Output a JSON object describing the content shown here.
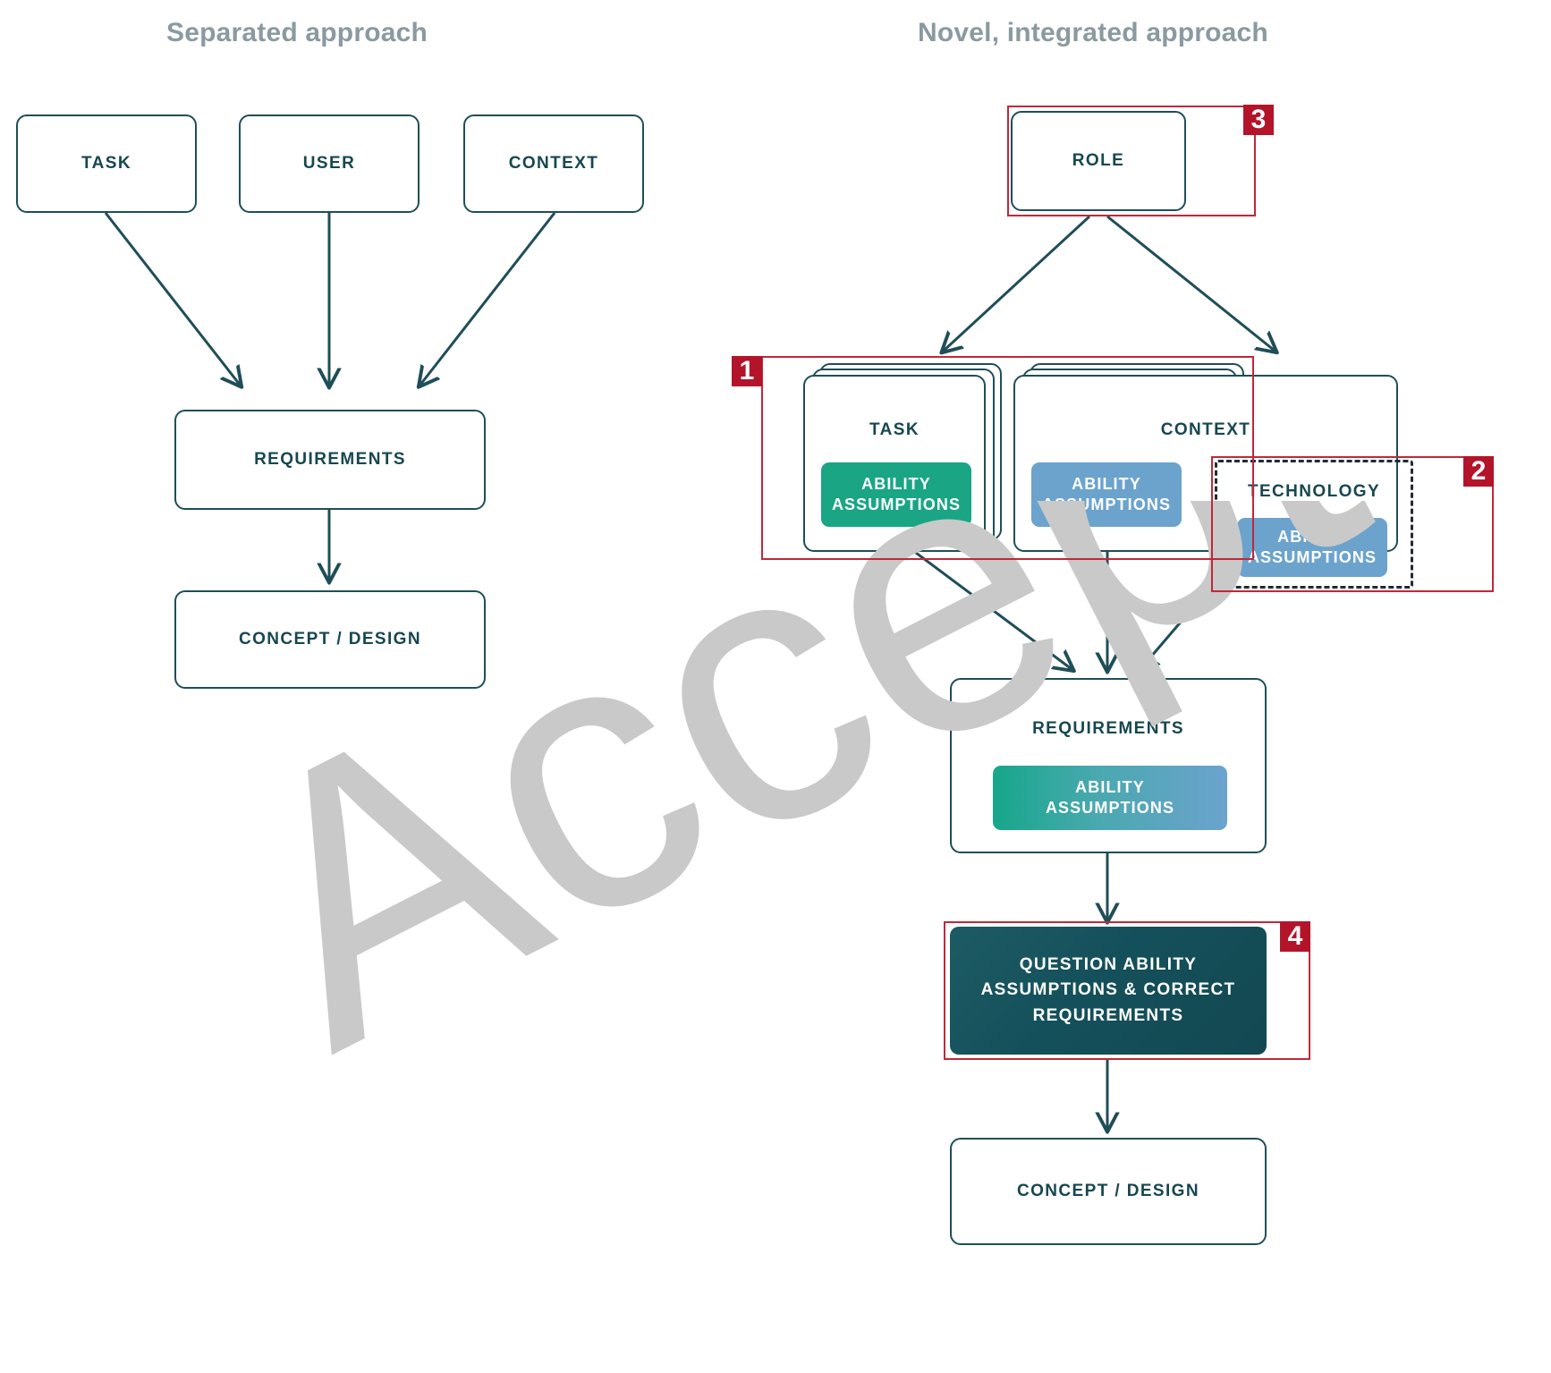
{
  "columns": {
    "left": {
      "title": "Separated approach"
    },
    "right": {
      "title": "Novel, integrated approach"
    }
  },
  "watermark": {
    "text": "Accepted",
    "color": "#c9c9c9"
  },
  "colors": {
    "outline": "#1f4e57",
    "text": "#174750",
    "title": "#8a9aa0",
    "annotation_red": "#c0283a",
    "badge_red": "#b3142a",
    "pill_green": "#1aa585",
    "pill_blue": "#6ba3cd",
    "dark_box": "#14505b"
  },
  "separated": {
    "top_nodes": [
      {
        "label": "TASK"
      },
      {
        "label": "USER"
      },
      {
        "label": "CONTEXT"
      }
    ],
    "requirements": {
      "label": "REQUIREMENTS"
    },
    "concept": {
      "label": "CONCEPT / DESIGN"
    }
  },
  "integrated": {
    "role": {
      "label": "ROLE"
    },
    "task_card": {
      "title": "TASK",
      "pill": {
        "line1": "ABILITY",
        "line2": "ASSUMPTIONS",
        "color": "green"
      }
    },
    "context_card": {
      "title": "CONTEXT",
      "pill": {
        "line1": "ABILITY",
        "line2": "ASSUMPTIONS",
        "color": "blue"
      }
    },
    "technology": {
      "title": "TECHNOLOGY",
      "pill": {
        "line1": "ABILITY",
        "line2": "ASSUMPTIONS",
        "color": "blue"
      }
    },
    "requirements": {
      "label": "REQUIREMENTS",
      "pill": {
        "line1": "ABILITY",
        "line2": "ASSUMPTIONS",
        "color": "gradient"
      }
    },
    "question_box": {
      "line1": "QUESTION ABILITY",
      "line2": "ASSUMPTIONS & CORRECT",
      "line3": "REQUIREMENTS"
    },
    "concept": {
      "label": "CONCEPT / DESIGN"
    },
    "badges": [
      {
        "id": "1",
        "label": "1"
      },
      {
        "id": "2",
        "label": "2"
      },
      {
        "id": "3",
        "label": "3"
      },
      {
        "id": "4",
        "label": "4"
      }
    ]
  }
}
